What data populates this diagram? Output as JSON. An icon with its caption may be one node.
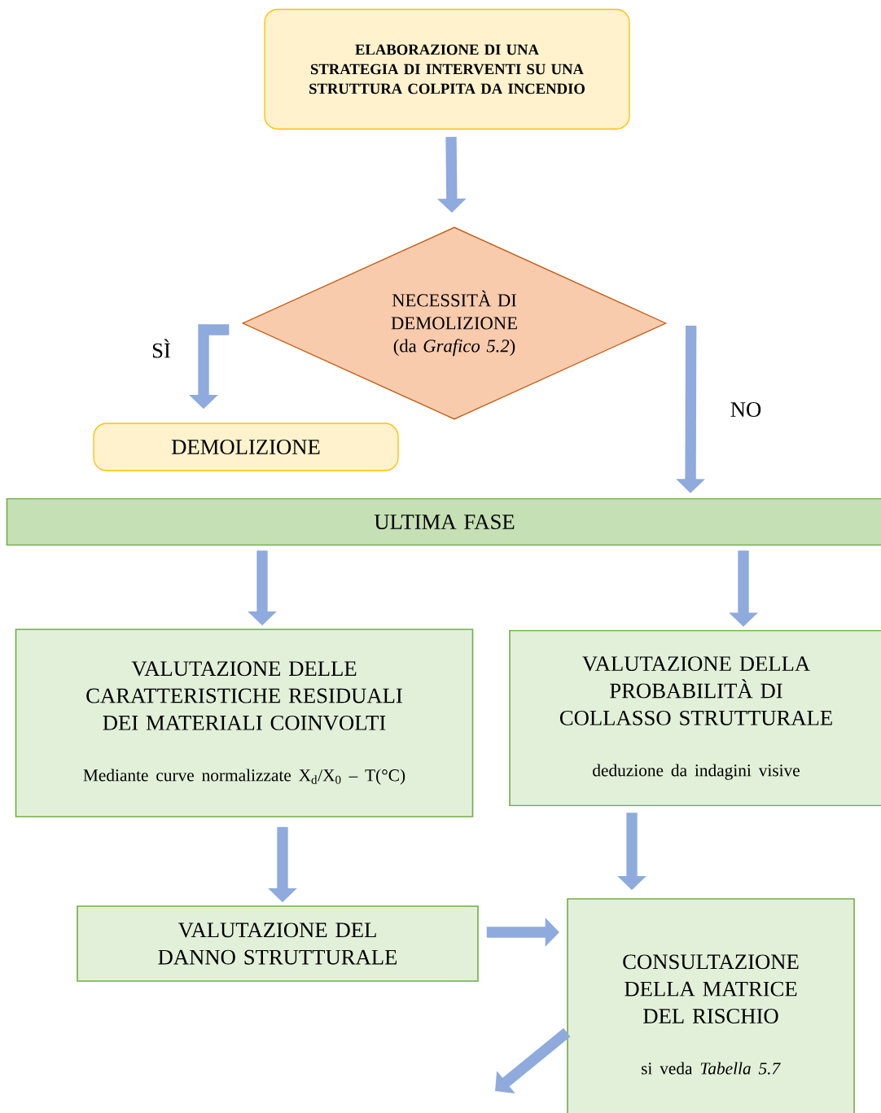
{
  "diagram": {
    "nodes": [
      {
        "text": [
          "ELABORAZIONE DI UNA STRATEGIA DI INTERVENTI SU UNA STRUTTURA COLPITA DA INCENDIO"
        ]
      },
      {
        "text": [
          "NECESSITÀ DI DEMOLIZIONE (da *Grafico 5.2*)"
        ]
      },
      {
        "text": [
          "DEMOLIZIONE"
        ]
      },
      {
        "text": [
          "ULTIMA FASE"
        ]
      },
      {
        "text": [
          "VALUTAZIONE DELLE CARATTERISTICHE RESIDUALI DEI MATERIALI COINVOLTI",
          "Mediante curve normalizzate X$_{d}$/X$_{0}$ – T(°C)"
        ]
      },
      {
        "text": [
          "VALUTAZIONE DELLA PROBABILITÀ DI COLLASSO STRUTTURALE",
          "deduzione da indagini visive"
        ]
      },
      {
        "text": [
          "VALUTAZIONE DEL DANNO STRUTTURALE"
        ]
      },
      {
        "text": [
          "CONSULTAZIONE DELLA MATRICE DEL RISCHIO",
          "si veda *Tabella 5.7*"
        ]
      }
    ],
    "edges": [
      {
        "from": 0,
        "to": 1,
        "arrow": "to"
      },
      {
        "from": 1,
        "to": 2,
        "arrow": "to",
        "label": "SÌ"
      },
      {
        "from": 1,
        "to": 3,
        "arrow": "to",
        "label": "NO"
      },
      {
        "from": 3,
        "to": 4,
        "arrow": "to"
      },
      {
        "from": 3,
        "to": 5,
        "arrow": "to"
      },
      {
        "from": 4,
        "to": 6,
        "arrow": "to"
      },
      {
        "from": 5,
        "to": 7,
        "arrow": "to"
      },
      {
        "from": 6,
        "to": 7,
        "arrow": "to"
      },
      {
        "from": 7,
        "to": null,
        "arrow": "to"
      }
    ]
  }
}
